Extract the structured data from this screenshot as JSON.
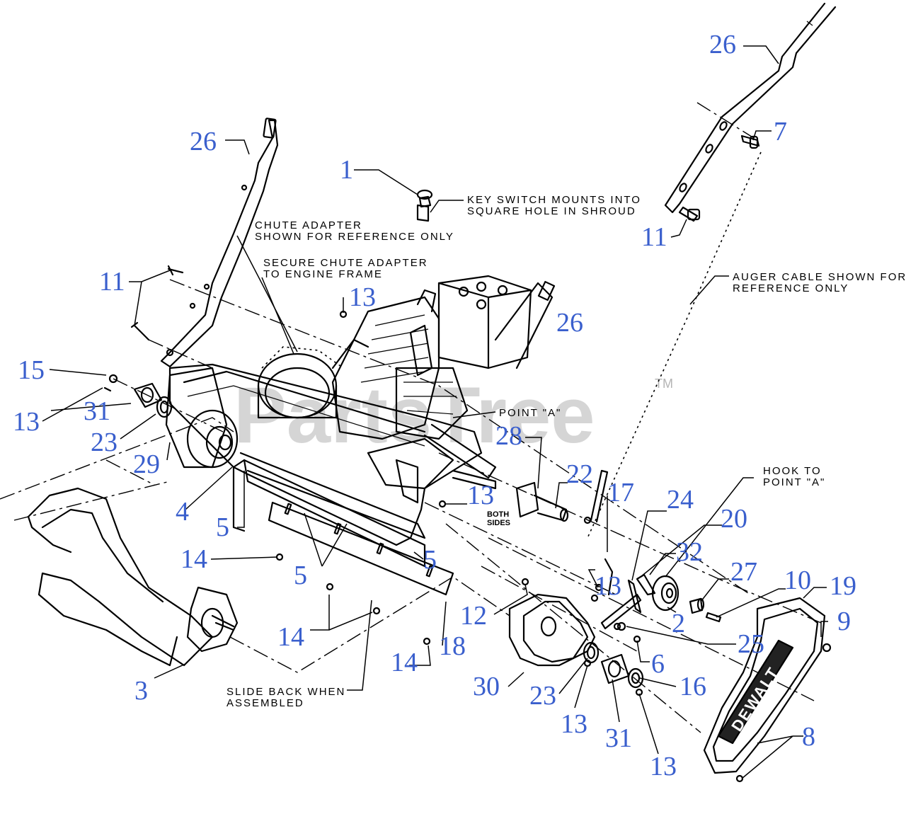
{
  "watermark": {
    "text": "PartsTree",
    "tm": "TM"
  },
  "brand_logo": "DEWALT",
  "notes": {
    "key_switch": [
      "KEY SWITCH MOUNTS INTO",
      "SQUARE HOLE IN SHROUD"
    ],
    "chute_adapter_ref": [
      "CHUTE ADAPTER",
      "SHOWN FOR REFERENCE ONLY"
    ],
    "chute_adapter_secure": [
      "SECURE CHUTE ADAPTER",
      "TO ENGINE FRAME"
    ],
    "auger_cable": [
      "AUGER CABLE SHOWN FOR",
      "REFERENCE ONLY"
    ],
    "point_a": "POINT \"A\"",
    "hook": [
      "HOOK TO",
      "POINT \"A\""
    ],
    "both_sides": [
      "BOTH",
      "SIDES"
    ],
    "slide_back": [
      "SLIDE BACK WHEN",
      "ASSEMBLED"
    ]
  },
  "callouts": [
    {
      "label": "26"
    },
    {
      "label": "26"
    },
    {
      "label": "26"
    },
    {
      "label": "1"
    },
    {
      "label": "7"
    },
    {
      "label": "11"
    },
    {
      "label": "11"
    },
    {
      "label": "13"
    },
    {
      "label": "15"
    },
    {
      "label": "13"
    },
    {
      "label": "31"
    },
    {
      "label": "23"
    },
    {
      "label": "29"
    },
    {
      "label": "4"
    },
    {
      "label": "5"
    },
    {
      "label": "5"
    },
    {
      "label": "5"
    },
    {
      "label": "14"
    },
    {
      "label": "14"
    },
    {
      "label": "14"
    },
    {
      "label": "28"
    },
    {
      "label": "22"
    },
    {
      "label": "17"
    },
    {
      "label": "13"
    },
    {
      "label": "24"
    },
    {
      "label": "20"
    },
    {
      "label": "32"
    },
    {
      "label": "27"
    },
    {
      "label": "10"
    },
    {
      "label": "19"
    },
    {
      "label": "9"
    },
    {
      "label": "12"
    },
    {
      "label": "13"
    },
    {
      "label": "2"
    },
    {
      "label": "25"
    },
    {
      "label": "6"
    },
    {
      "label": "16"
    },
    {
      "label": "18"
    },
    {
      "label": "30"
    },
    {
      "label": "23"
    },
    {
      "label": "13"
    },
    {
      "label": "31"
    },
    {
      "label": "13"
    },
    {
      "label": "8"
    },
    {
      "label": "3"
    }
  ]
}
